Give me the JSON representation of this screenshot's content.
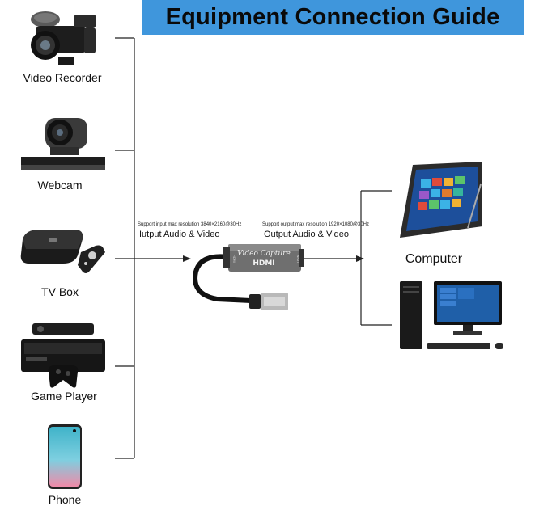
{
  "title": "Equipment Connection Guide",
  "inputs": [
    {
      "label": "Video Recorder",
      "icon": "video-recorder-icon"
    },
    {
      "label": "Webcam",
      "icon": "webcam-icon"
    },
    {
      "label": "TV Box",
      "icon": "tv-box-icon"
    },
    {
      "label": "Game Player",
      "icon": "game-console-icon"
    },
    {
      "label": "Phone",
      "icon": "phone-icon"
    }
  ],
  "capture": {
    "input_note": "Support input max resolution 3840×2160@30Hz",
    "input_label": "Iutput Audio & Video",
    "output_note": "Support output max resolution 1920×1080@30Hz",
    "output_label": "Output Audio & Video",
    "device_text": "Video Capture",
    "device_logo": "HDMI",
    "port_in": "HDMI",
    "port_out": "INPUT"
  },
  "outputs": [
    {
      "label": "Computer",
      "icon": "tablet-icon"
    },
    {
      "label": "",
      "icon": "desktop-pc-icon"
    }
  ],
  "colors": {
    "banner": "#3f96dc",
    "line": "#222222"
  }
}
